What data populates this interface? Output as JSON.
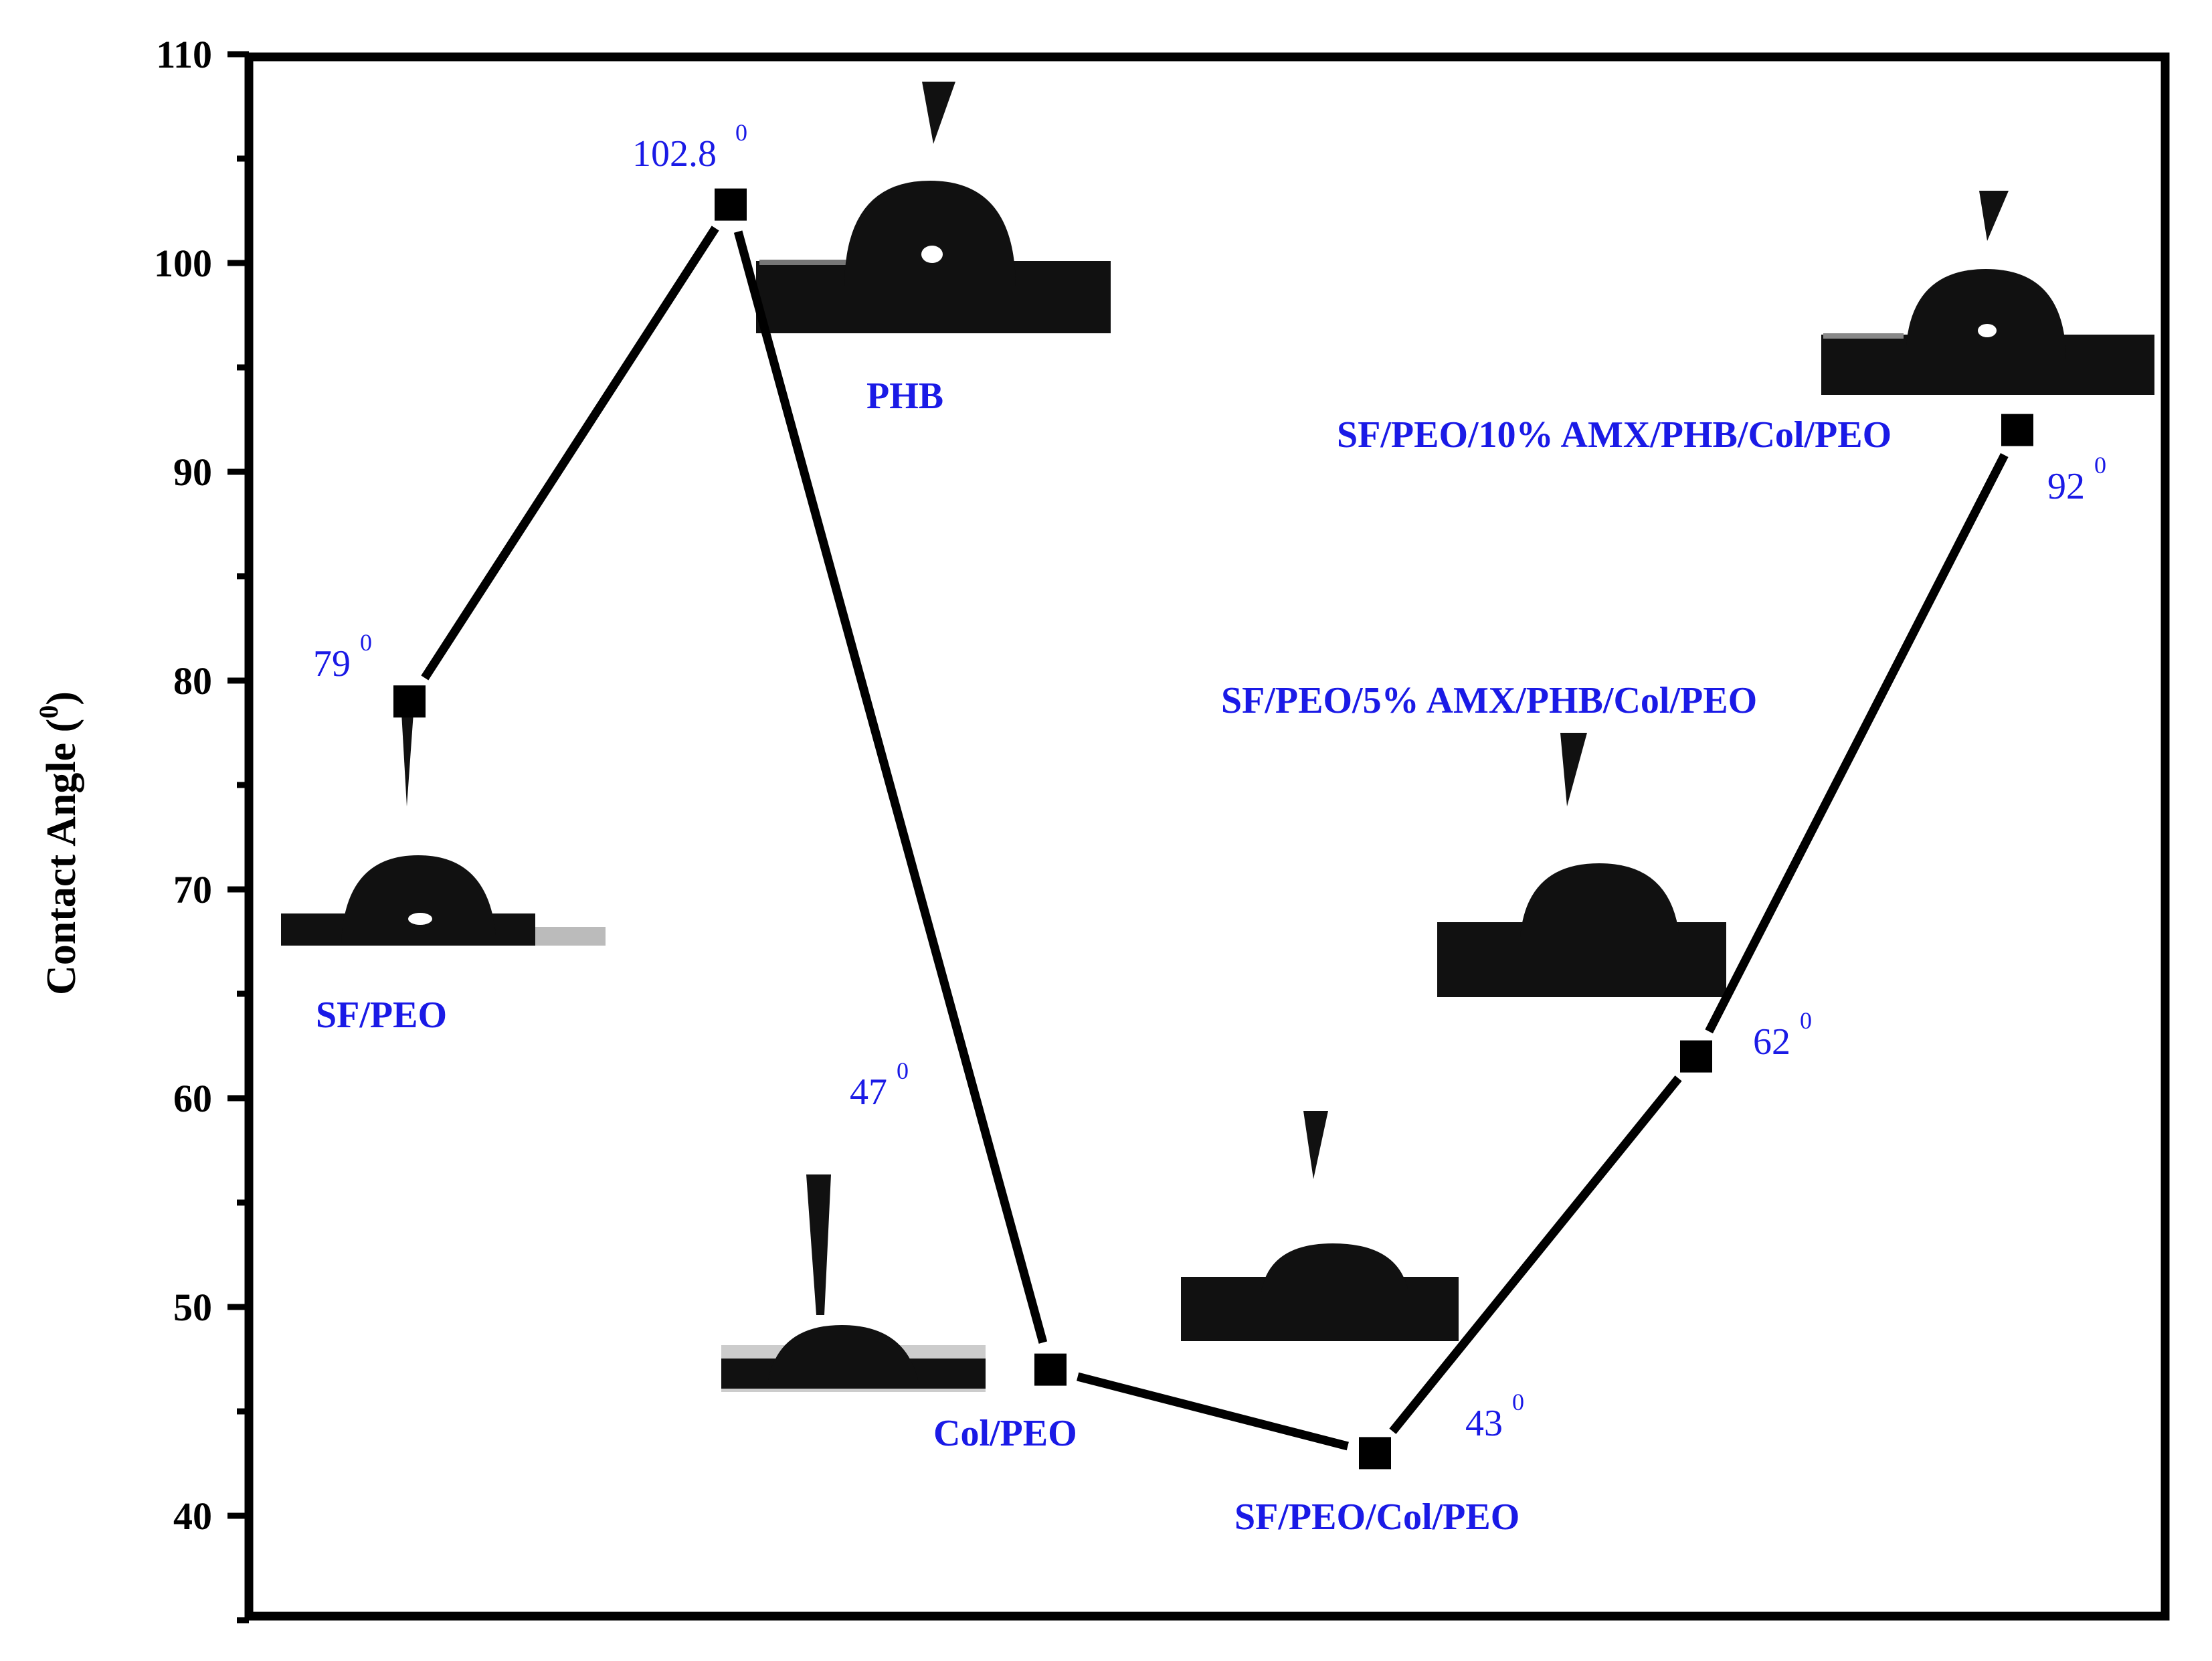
{
  "chart_data": {
    "type": "line",
    "title": "",
    "xlabel": "",
    "ylabel": "Contact Angle (",
    "ylabel_sup": "0",
    "ylabel_close": ")",
    "ylim": [
      35,
      110
    ],
    "yticks": [
      40,
      50,
      60,
      70,
      80,
      90,
      100,
      110
    ],
    "ytick_labels": [
      "40",
      "50",
      "60",
      "70",
      "80",
      "90",
      "100",
      "110"
    ],
    "grid": false,
    "x": [
      1,
      2,
      3,
      4,
      5,
      6
    ],
    "categories": [
      "SF/PEO",
      "PHB",
      "Col/PEO",
      "SF/PEO/Col/PEO",
      "SF/PEO/5% AMX/PHB/Col/PEO",
      "SF/PEO/10% AMX/PHB/Col/PEO"
    ],
    "series": [
      {
        "values": [
          79,
          102.8,
          47,
          43,
          62,
          92
        ],
        "value_labels": [
          "79",
          "102.8",
          "47",
          "43",
          "62",
          "92"
        ],
        "degree_mark": "0"
      }
    ],
    "colors": {
      "line": "#000000",
      "marker": "#000000",
      "annotation": "#1a1ae6"
    },
    "markers": "square"
  }
}
